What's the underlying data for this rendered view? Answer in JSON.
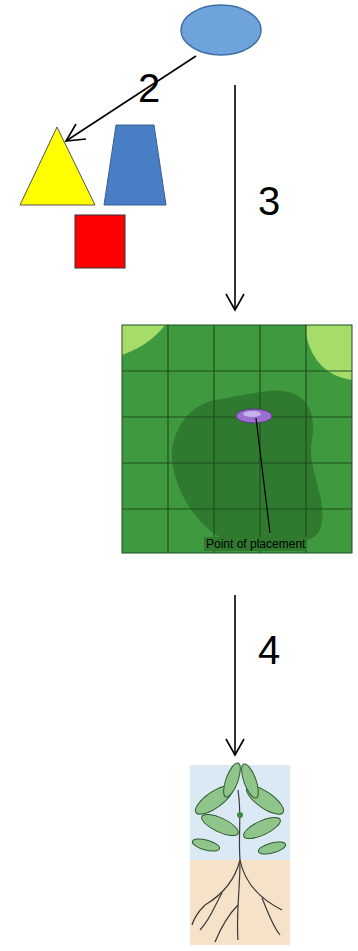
{
  "diagram": {
    "labels": [
      "2",
      "3",
      "Point of placement",
      "4"
    ]
  }
}
